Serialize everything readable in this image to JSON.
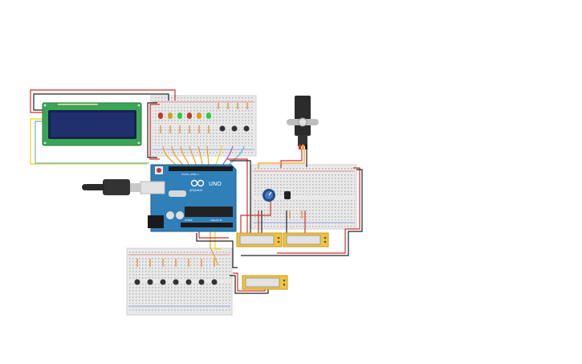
{
  "canvas": {
    "background": "#ffffff"
  },
  "arduino": {
    "name_label": "UNO",
    "brand_label": "ARDUINO",
    "board_color": "#2f7fb8",
    "digital_label": "DIGITAL (PWM~)",
    "power_label": "POWER",
    "analog_label": "ANALOG IN"
  },
  "lcd": {
    "pcb_color": "#3aa655",
    "screen_color": "#20306e",
    "rows": 2,
    "cols": 16
  },
  "servo": {
    "body_color": "#2b2b2b"
  },
  "leds": {
    "colors": [
      "#c0392b",
      "#d4a017",
      "#2ecc40",
      "#c0392b",
      "#d4a017",
      "#2ecc40"
    ]
  },
  "wire_colors": {
    "power": "#d32f2f",
    "ground": "#222222",
    "signal_orange": "#f39c12",
    "signal_yellow": "#f1d400",
    "signal_purple": "#9b59b6",
    "signal_blue": "#5dade2"
  },
  "sliders": {
    "count": 3,
    "body_color": "#f2c43a"
  }
}
